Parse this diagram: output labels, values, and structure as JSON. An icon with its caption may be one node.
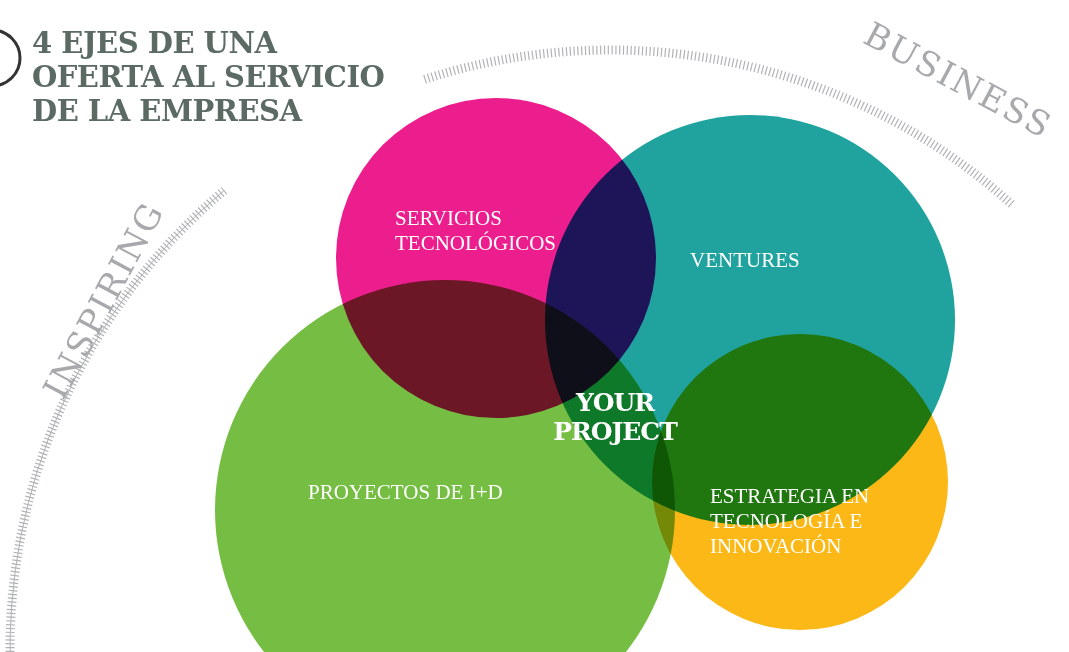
{
  "diagram": {
    "title": "4 EJES DE UNA OFERTA AL SERVICIO DE LA EMPRESA",
    "nodes": [
      {
        "text": [
          "SERVICIOS TECNOLÓGICOS"
        ]
      },
      {
        "text": [
          "VENTURES"
        ]
      },
      {
        "text": [
          "PROYECTOS DE I+D"
        ]
      },
      {
        "text": [
          "ESTRATEGIA EN TECNOLOGÍA E INNOVACIÓN"
        ]
      }
    ],
    "labels": [
      "YOUR PROJECT",
      "INSPIRING",
      "BUSINESS"
    ]
  }
}
